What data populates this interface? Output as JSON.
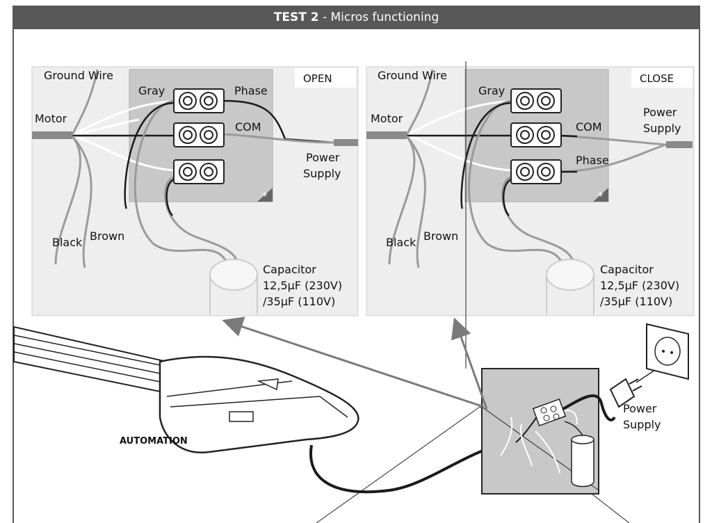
{
  "header": {
    "title_bold": "TEST 2",
    "title_rest": " - Micros functioning"
  },
  "panels": [
    {
      "state": "OPEN",
      "labels": {
        "ground_wire": "Ground Wire",
        "motor": "Motor",
        "gray": "Gray",
        "black": "Black",
        "brown": "Brown",
        "top_terminal": "Phase",
        "mid_terminal": "COM",
        "power_supply_1": "Power",
        "power_supply_2": "Supply",
        "capacitor_1": "Capacitor",
        "capacitor_2": "12,5μF (230V)",
        "capacitor_3": "/35μF (110V)",
        "asterisk": "*"
      }
    },
    {
      "state": "CLOSE",
      "labels": {
        "ground_wire": "Ground Wire",
        "motor": "Motor",
        "gray": "Gray",
        "black": "Black",
        "brown": "Brown",
        "mid_terminal": "COM",
        "bottom_terminal": "Phase",
        "power_supply_1": "Power",
        "power_supply_2": "Supply",
        "capacitor_1": "Capacitor",
        "capacitor_2": "12,5μF (230V)",
        "capacitor_3": "/35μF (110V)",
        "asterisk": "*"
      }
    }
  ],
  "bottom": {
    "automation": "AUTOMATION",
    "power_supply_1": "Power",
    "power_supply_2": "Supply"
  },
  "colors": {
    "header_bg": "#585858",
    "panel_bg": "#eeeeee",
    "terminal_box": "#c8c8c8",
    "wire_gray": "#9a9a9a",
    "wire_black": "#1a1a1a",
    "arrow": "#7a7a7a"
  }
}
